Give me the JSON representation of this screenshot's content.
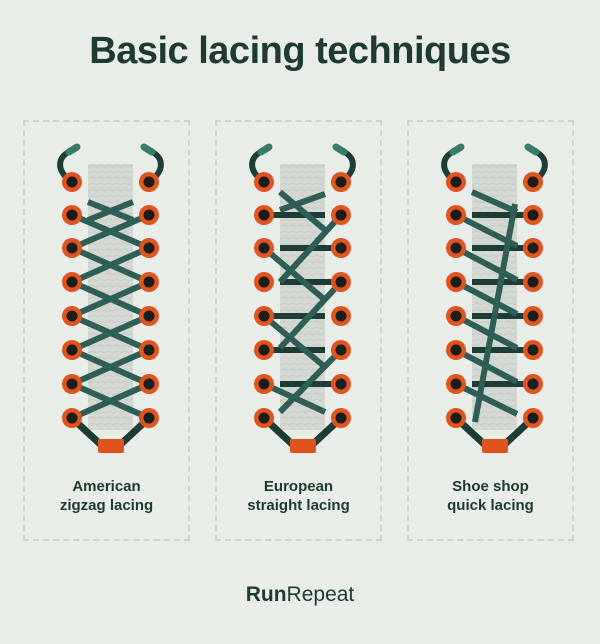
{
  "title": "Basic lacing techniques",
  "panels": [
    {
      "name": "american",
      "caption_line1": "American",
      "caption_line2": "zigzag lacing"
    },
    {
      "name": "european",
      "caption_line1": "European",
      "caption_line2": "straight lacing"
    },
    {
      "name": "shoe-shop",
      "caption_line1": "Shoe shop",
      "caption_line2": "quick lacing"
    }
  ],
  "logo": {
    "part1": "Run",
    "part2": "Repeat"
  },
  "colors": {
    "background": "#e8ede7",
    "title": "#1d3a33",
    "eyelet_ring": "#e0541f",
    "eyelet_hole": "#1a1f1c",
    "lace": "#2e5e55",
    "lace_dark": "#1e3d37",
    "tongue": "#d3d8d2",
    "tip": "#e0541f",
    "border": "#cdd3cc"
  }
}
